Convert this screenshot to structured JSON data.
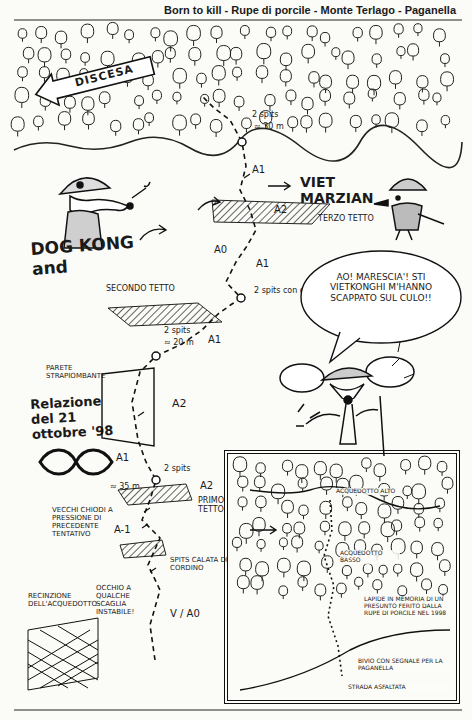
{
  "diagram": {
    "title": "Born to kill - Rupe di porcile - Monte Terlago - Paganella",
    "nodes": [
      {
        "text": [
          "DISCESA"
        ]
      },
      {
        "text": [
          "PARETE STRAPIOMBANTE"
        ]
      },
      {
        "text": [
          "AO! MARESCIA'! STI VIETKONGHI M'HANNO SCAPPATO SUL CULO!!"
        ]
      },
      {
        "text": [
          "ACQUEDOTTO ALTO",
          "ACQUEDOTTO BASSO",
          "LAPIDE IN MEMORIA DI UN PRESUNTO FERITO DALLA RUPE DI PORCILE NEL 1998",
          "BIVIO CON SEGNALE PER LA PAGANELLA",
          "STRADA ASFALTATA"
        ]
      }
    ],
    "labels": [
      "2 spits",
      "≈ 30 m",
      "A1",
      "A2",
      "TERZO TETTO",
      "VIET MARZIAN",
      "DOG KONG and",
      "A0",
      "A1",
      "2 spits con catena ≈ 20 m",
      "SECONDO TETTO",
      "A1",
      "2 spits",
      "≈ 20 m",
      "A2",
      "A1",
      "2 spits",
      "≈ 35 m",
      "A2",
      "PRIMO TETTO",
      "VECCHI CHIODI A PRESSIONE DI PRECEDENTE TENTATIVO",
      "A-1",
      "SPITS CALATA DI CORDINO",
      "OCCHIO A QUALCHE SCAGLIA INSTABILE!",
      "V / A0",
      "RECINZIONE DELL'ACQUEDOTTO",
      "Relazione del 21 ottobre '98"
    ]
  }
}
